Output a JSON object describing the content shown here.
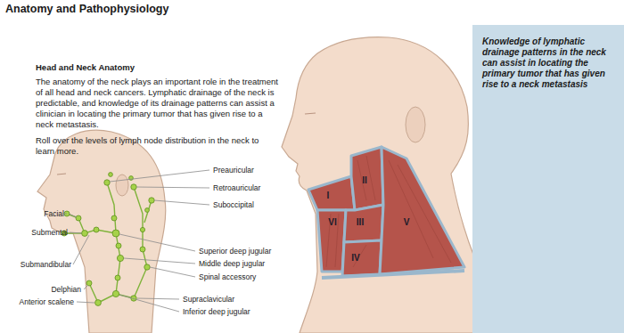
{
  "diagram": {
    "title": "Anatomy and Pathophysiology",
    "nodes": [
      {
        "text": [
          "Knowledge of lymphatic drainage patterns in the neck can assist in locating the primary tumor that has given rise to a neck metastasis"
        ]
      }
    ],
    "labels": [
      "Head and Neck Anatomy",
      "The anatomy of the neck plays an important role in the treatment of all head and neck cancers. Lymphatic drainage of the neck is predictable, and knowledge of its drainage patterns can assist a clinician in locating the primary tumor that has given rise to a neck metastasis.",
      "Roll over the levels of lymph node distribution in the neck to learn more.",
      "Preauricular",
      "Retroauricular",
      "Suboccipital",
      "Facial",
      "Submental",
      "Superior deep jugular",
      "Submandibular",
      "Middle deep jugular",
      "Spinal accessory",
      "Delphian",
      "Supraclavicular",
      "Anterior scalene",
      "Inferior deep jugular",
      "I",
      "II",
      "VI",
      "III",
      "V",
      "IV"
    ]
  }
}
